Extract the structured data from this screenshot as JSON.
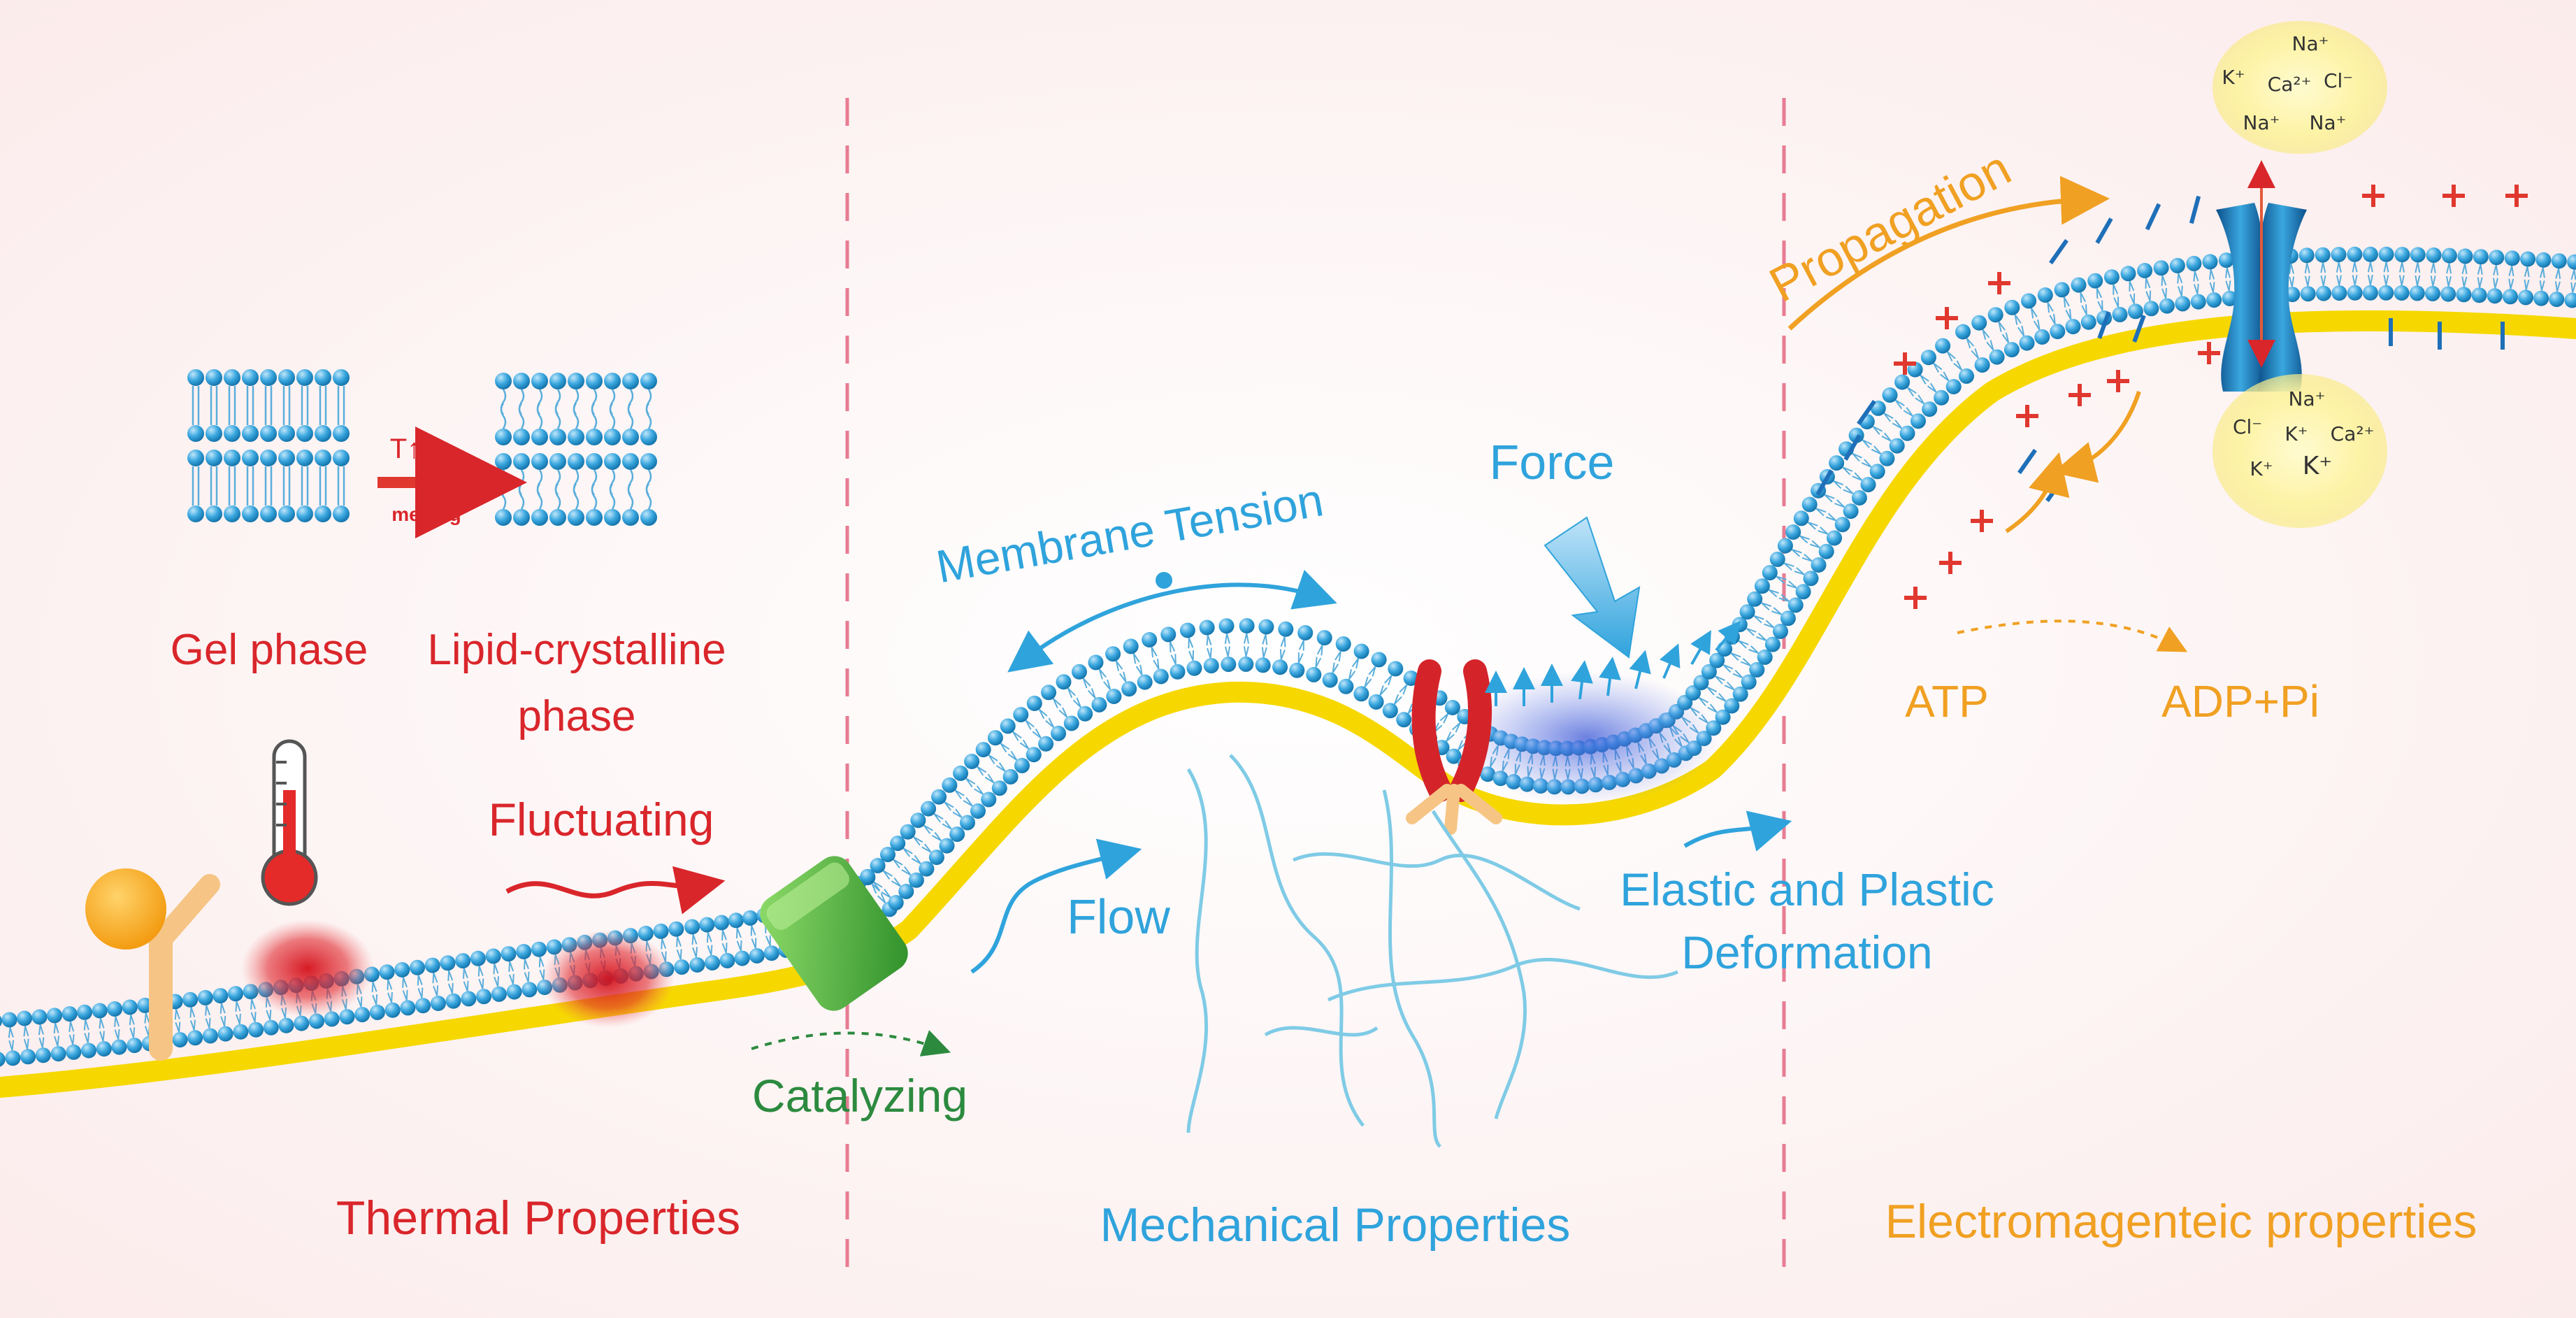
{
  "phase_diagram": {
    "gel_phase": "Gel phase",
    "lipid_crystalline": [
      "Lipid-crystalline",
      "phase"
    ],
    "temperature_label": "T↑",
    "melting_label": "melting"
  },
  "labels": {
    "fluctuating": "Fluctuating",
    "catalyzing": "Catalyzing",
    "membrane_tension": "Membrane Tension",
    "force": "Force",
    "flow": "Flow",
    "deformation": [
      "Elastic and Plastic",
      "Deformation"
    ],
    "propagation": "Propagation",
    "atp": "ATP",
    "adp": "ADP+Pi"
  },
  "sections": {
    "thermal": "Thermal Properties",
    "mechanical": "Mechanical Properties",
    "electromagnetic": "Electromagenteic properties"
  },
  "ions_top": [
    "Na⁺",
    "K⁺",
    "Ca²⁺",
    "Cl⁻",
    "Na⁺",
    "Na⁺"
  ],
  "ions_bottom": [
    "Na⁺",
    "Cl⁻",
    "K⁺",
    "Ca²⁺",
    "K⁺",
    "K⁺"
  ],
  "colors": {
    "thermal": "#d9262b",
    "mechanical": "#2fa3dc",
    "electro": "#f0a022",
    "catalyzing": "#2c8a3f",
    "lipid_head": "#3aa7df",
    "yellow_layer": "#f6d800",
    "divider": "#e77c93"
  }
}
